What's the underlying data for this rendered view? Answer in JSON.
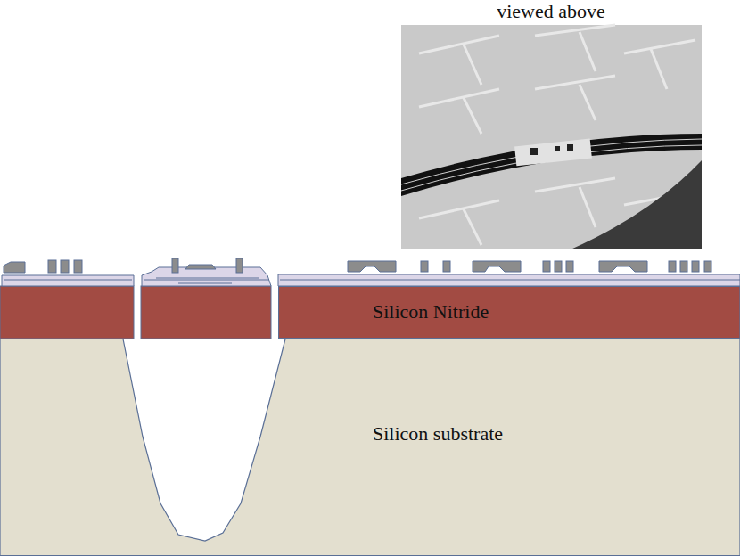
{
  "diagram": {
    "nodes": [
      {
        "text": [
          "Silicon Nitride"
        ]
      },
      {
        "text": [
          "Silicon substrate"
        ]
      }
    ],
    "labels": [
      "viewed above"
    ]
  }
}
